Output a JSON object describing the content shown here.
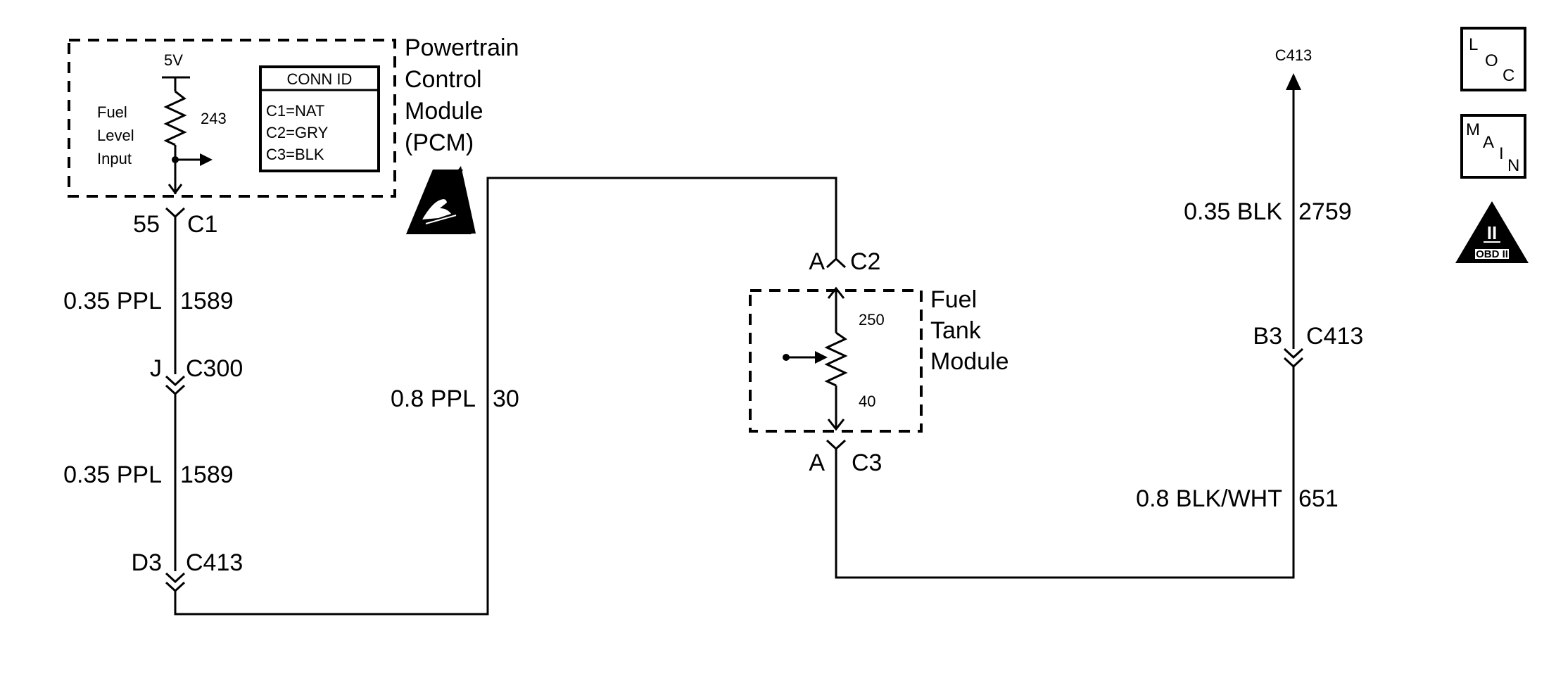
{
  "pcm": {
    "title": [
      "Powertrain",
      "Control",
      "Module",
      "(PCM)"
    ],
    "supply": "5V",
    "resistor": "243",
    "input_label": [
      "Fuel",
      "Level",
      "Input"
    ],
    "conn_id": {
      "header": "CONN ID",
      "rows": [
        "C1=NAT",
        "C2=GRY",
        "C3=BLK"
      ]
    }
  },
  "fuel_tank_module": {
    "title": [
      "Fuel",
      "Tank",
      "Module"
    ],
    "res_high": "250",
    "res_low": "40"
  },
  "connectors": {
    "pcm_c1": {
      "pin": "55",
      "name": "C1"
    },
    "c300": {
      "pin": "J",
      "name": "C300"
    },
    "c413_d3": {
      "pin": "D3",
      "name": "C413"
    },
    "ftm_c2": {
      "pin": "A",
      "name": "C2"
    },
    "ftm_c3": {
      "pin": "A",
      "name": "C3"
    },
    "c413_b3": {
      "pin": "B3",
      "name": "C413"
    },
    "c413_top": {
      "name": "C413"
    }
  },
  "wires": {
    "w1589_upper": {
      "gauge": "0.35 PPL",
      "circuit": "1589"
    },
    "w1589_lower": {
      "gauge": "0.35 PPL",
      "circuit": "1589"
    },
    "w30": {
      "gauge": "0.8 PPL",
      "circuit": "30"
    },
    "w2759": {
      "gauge": "0.35 BLK",
      "circuit": "2759"
    },
    "w651": {
      "gauge": "0.8 BLK/WHT",
      "circuit": "651"
    }
  },
  "legend": {
    "loc": [
      "L",
      "O",
      "C"
    ],
    "main": [
      "M",
      "A",
      "I",
      "N"
    ],
    "obd": [
      "II",
      "OBD II"
    ]
  }
}
